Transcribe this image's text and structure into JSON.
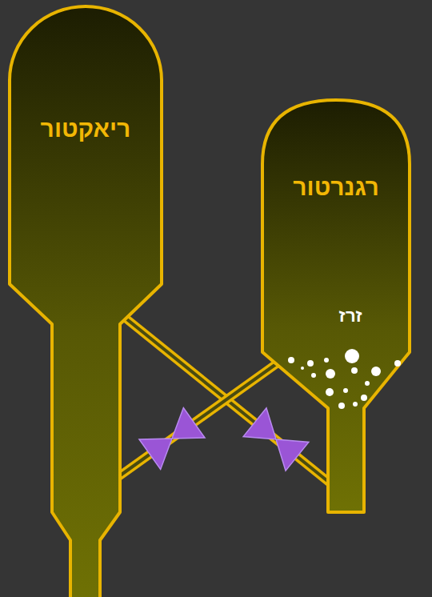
{
  "diagram": {
    "nodes": [
      {
        "text": [
          "ריאקטור"
        ]
      },
      {
        "text": [
          "רגנרטור",
          "זרז"
        ]
      }
    ],
    "edges": [
      {
        "from": 0,
        "to": 1,
        "arrow": "none"
      },
      {
        "from": 1,
        "to": 0,
        "arrow": "none"
      }
    ]
  }
}
